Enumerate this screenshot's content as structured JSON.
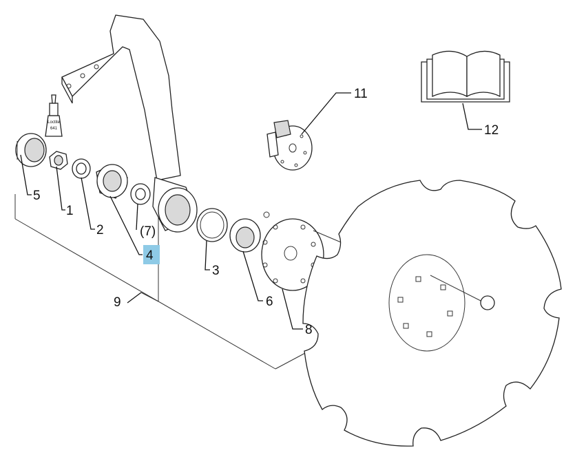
{
  "callouts": {
    "c1": "1",
    "c2": "2",
    "c3": "3",
    "c4": "4",
    "c5": "5",
    "c6": "6",
    "c7": "(7)",
    "c8": "8",
    "c9": "9",
    "c11": "11",
    "c12": "12"
  },
  "bottle_label": {
    "line1": "Loctite",
    "line2": "641"
  },
  "highlight": {
    "callout": "4",
    "color": "#8ecae6"
  },
  "icons": {
    "bottle": "adhesive-bottle-icon",
    "manual": "open-book-icon",
    "sensor": "sensor-hub-icon"
  }
}
